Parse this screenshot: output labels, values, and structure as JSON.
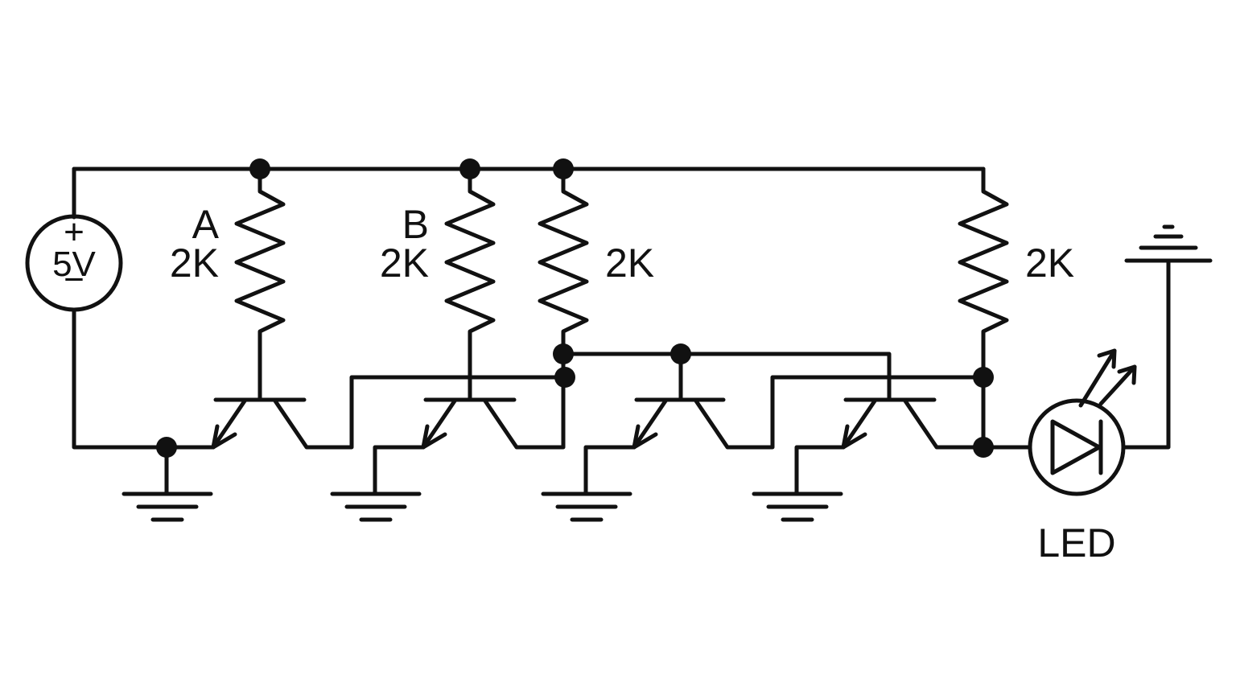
{
  "source": {
    "plus": "+",
    "value": "5V",
    "minus": "−"
  },
  "resistors": [
    {
      "name": "A",
      "value": "2K"
    },
    {
      "name": "B",
      "value": "2K"
    },
    {
      "name": "",
      "value": "2K"
    },
    {
      "name": "",
      "value": "2K"
    }
  ],
  "led": {
    "label": "LED"
  },
  "colors": {
    "ink": "#111111",
    "background": "#ffffff"
  }
}
